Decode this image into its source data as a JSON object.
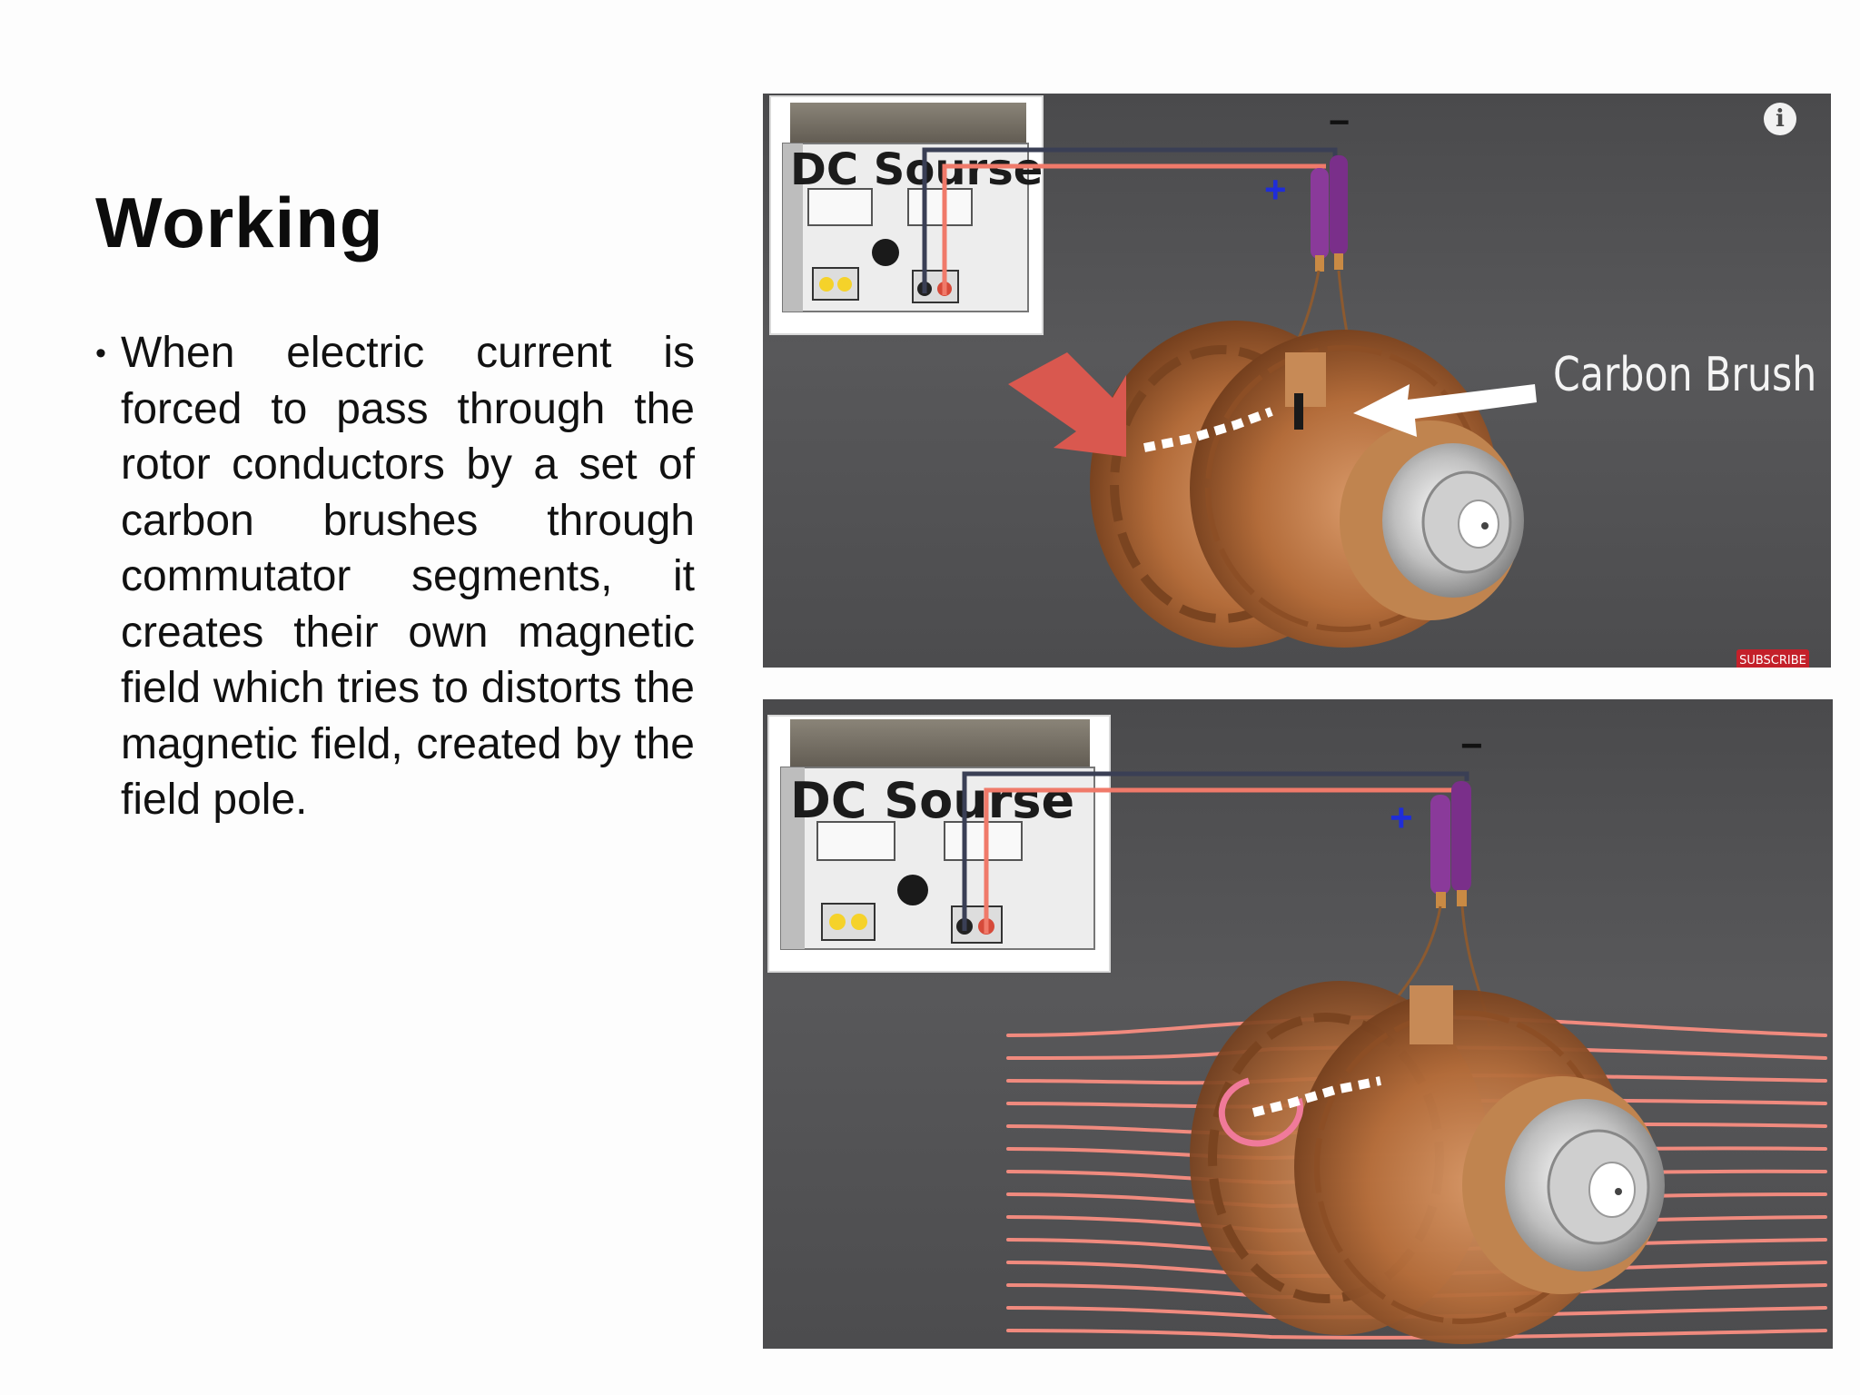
{
  "slide": {
    "title": "Working",
    "bullet_symbol": "•",
    "bullet_text": "When electric current is forced to pass through the rotor conductors by a set of carbon brushes through commutator segments, it creates their own magnetic field which tries to distorts the magnetic field, created by the field pole."
  },
  "images": {
    "top": {
      "dc_label": "DC Sourse",
      "plus_sign": "+",
      "minus_sign": "−",
      "carbon_label": "Carbon Brush",
      "info_icon": "i",
      "subscribe_badge": "SUBSCRIBE"
    },
    "bottom": {
      "dc_label": "DC Sourse",
      "plus_sign": "+",
      "minus_sign": "−"
    }
  },
  "colors": {
    "copper": "#b8703e",
    "field_lines": "#f08a7e",
    "arrow_red": "#d9584f",
    "plug_purple": "#8a3a9a",
    "plus_blue": "#1f2dd8"
  }
}
